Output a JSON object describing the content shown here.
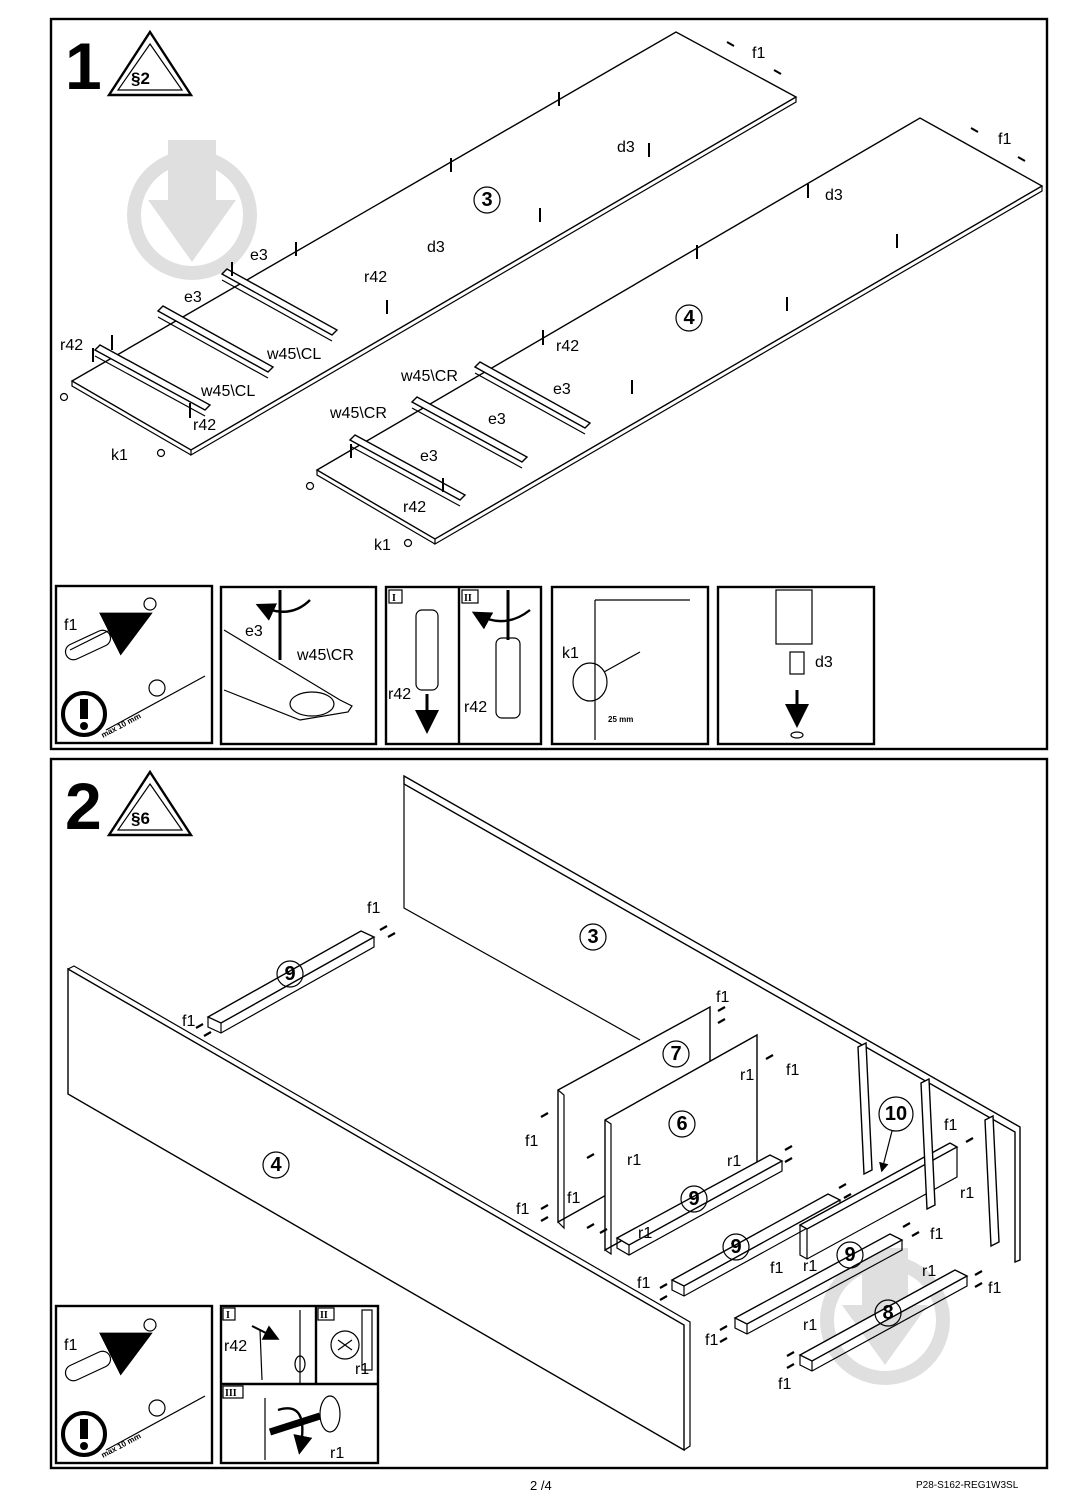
{
  "steps": [
    {
      "number": "1",
      "section": "§2"
    },
    {
      "number": "2",
      "section": "§6"
    }
  ],
  "step1": {
    "labels": {
      "f1": "f1",
      "d3": "d3",
      "e3": "e3",
      "r42": "r42",
      "k1": "k1",
      "w45cl": "w45\\CL",
      "w45cr": "w45\\CR"
    },
    "parts": [
      "3",
      "4"
    ],
    "details": {
      "roman_i": "I",
      "roman_ii": "II",
      "max": "max 10 mm",
      "distance": "25 mm"
    }
  },
  "step2": {
    "labels": {
      "f1": "f1",
      "r1": "r1",
      "r42": "r42"
    },
    "parts": [
      "3",
      "4",
      "7",
      "6",
      "9",
      "10",
      "8"
    ],
    "details": {
      "roman_i": "I",
      "roman_ii": "II",
      "roman_iii": "III",
      "max": "max 10 mm"
    }
  },
  "footer": {
    "page": "2 /4",
    "code": "P28-S162-REG1W3SL"
  },
  "icons": [
    "warning-triangle-icon",
    "exclamation-icon",
    "rotate-arrow-icon",
    "push-arrow-icon",
    "watermark-icon"
  ]
}
